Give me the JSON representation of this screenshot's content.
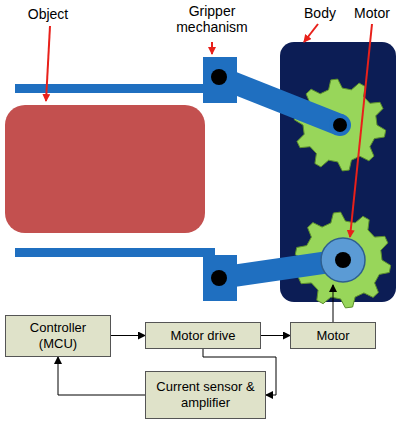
{
  "diagram": {
    "nodes": [
      {
        "text": [
          "Controller (MCU)"
        ]
      },
      {
        "text": [
          "Motor drive"
        ]
      },
      {
        "text": [
          "Motor"
        ]
      },
      {
        "text": [
          "Current sensor & amplifier"
        ]
      }
    ],
    "edges": [
      {
        "from": 0,
        "to": 1,
        "arrow": "to"
      },
      {
        "from": 1,
        "to": 2,
        "arrow": "to"
      },
      {
        "from": 1,
        "to": 3,
        "arrow": "to"
      },
      {
        "from": 3,
        "to": 0,
        "arrow": "to"
      }
    ],
    "labels": [
      "Object",
      "Gripper mechanism",
      "Body",
      "Motor"
    ]
  }
}
